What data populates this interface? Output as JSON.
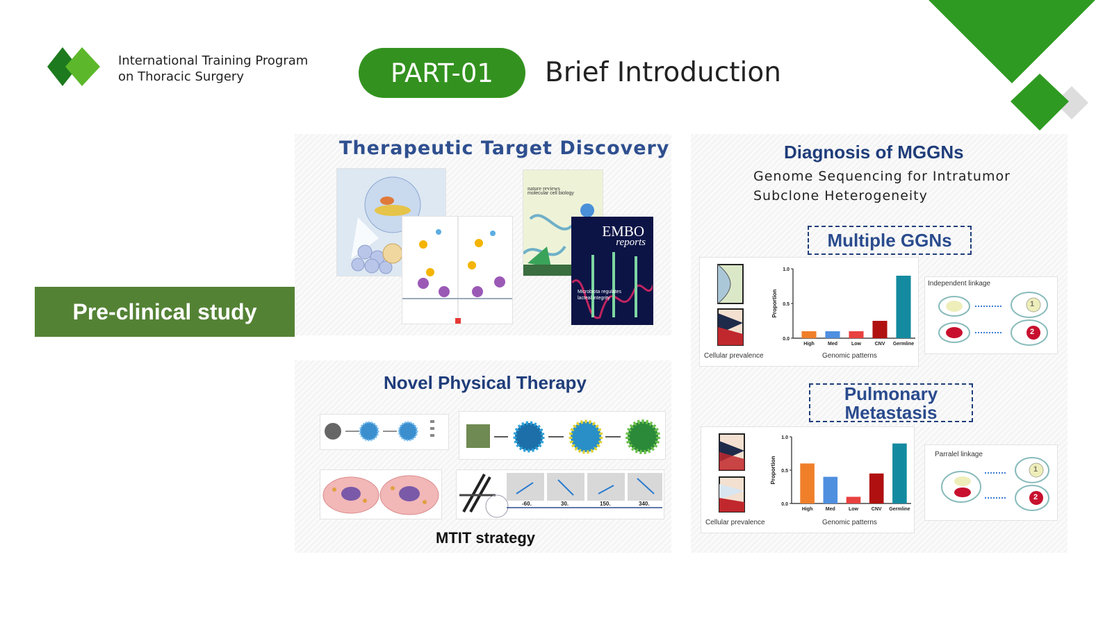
{
  "brand": {
    "line1": "International Training Program",
    "line2": "on Thoracic Surgery"
  },
  "header": {
    "part_label": "PART-01",
    "title": "Brief Introduction"
  },
  "left_label": "Pre-clinical study",
  "panels": {
    "target": {
      "title": "Therapeutic Target Discovery",
      "covers": {
        "nature_line1": "nature reviews",
        "nature_line2": "molecular cell biology",
        "embo_line1": "EMBO",
        "embo_line2": "reports",
        "embo_tagline_1": "Microbiota regulates",
        "embo_tagline_2": "lacteal integrity"
      }
    },
    "physical": {
      "title": "Novel Physical Therapy",
      "caption": "MTIT strategy",
      "frame_labels": [
        "-60.",
        "30.",
        "150.",
        "340."
      ]
    },
    "diagnosis": {
      "title": "Diagnosis of MGGNs",
      "subtitle_line1": "Genome Sequencing for Intratumor",
      "subtitle_line2": "Subclone Heterogeneity",
      "box1": "Multiple GGNs",
      "box2_line1": "Pulmonary",
      "box2_line2": "Metastasis",
      "cellular_label": "Cellular prevalence",
      "genomic_label": "Genomic patterns",
      "y_axis_label": "Proportion",
      "linkage1": "Independent linkage",
      "linkage2": "Parralel linkage",
      "circle_1": "1",
      "circle_2": "2"
    }
  },
  "chart_data": [
    {
      "type": "bar",
      "categories": [
        "High",
        "Med",
        "Low",
        "CNV",
        "Germline"
      ],
      "values": [
        0.1,
        0.1,
        0.1,
        0.25,
        0.9
      ],
      "ylabel": "Proportion",
      "xlabel": "Genomic patterns",
      "ylim": [
        0,
        1.0
      ],
      "yticks": [
        "0.0",
        "0.5",
        "1.0"
      ],
      "colors": [
        "#f07f2a",
        "#4f8fe0",
        "#e8413f",
        "#b01010",
        "#148aa0"
      ]
    },
    {
      "type": "bar",
      "categories": [
        "High",
        "Med",
        "Low",
        "CNV",
        "Germline"
      ],
      "values": [
        0.6,
        0.4,
        0.1,
        0.45,
        0.9
      ],
      "ylabel": "Proportion",
      "xlabel": "Genomic patterns",
      "ylim": [
        0,
        1.0
      ],
      "yticks": [
        "0.0",
        "0.5",
        "1.0"
      ],
      "colors": [
        "#f07f2a",
        "#4f8fe0",
        "#e8413f",
        "#b01010",
        "#148aa0"
      ]
    }
  ],
  "colors": {
    "brand_green": "#33921f",
    "label_green": "#548235",
    "title_blue": "#1f3d7a"
  }
}
